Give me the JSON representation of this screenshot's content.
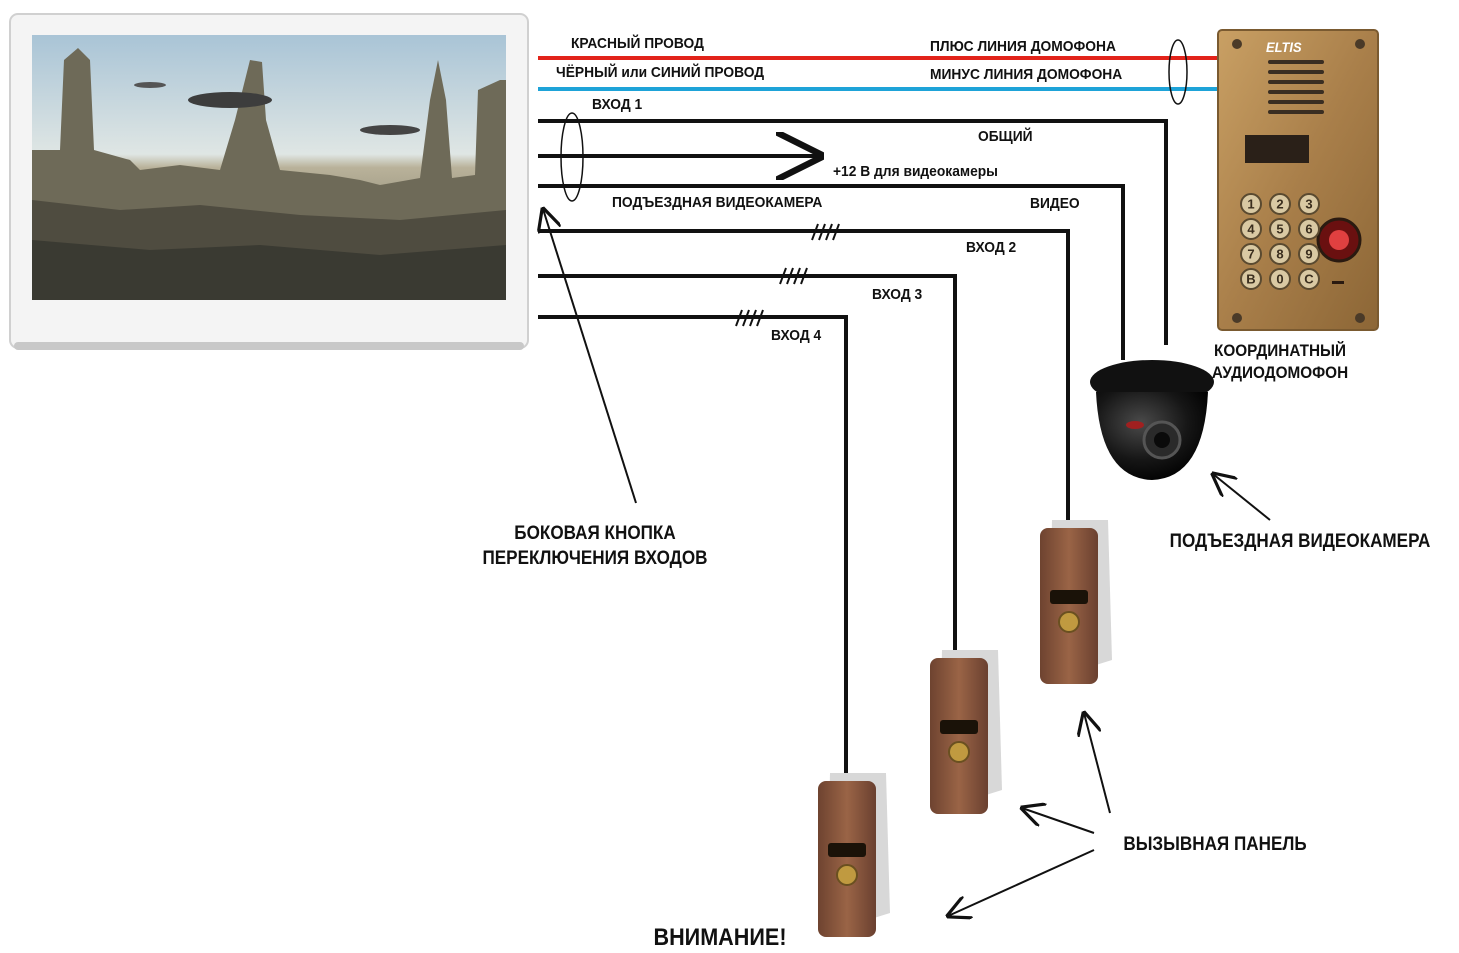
{
  "wires": {
    "red": "КРАСНЫЙ  ПРОВОД",
    "red_right": "ПЛЮС  ЛИНИЯ ДОМОФОНА",
    "black_blue": "ЧЁРНЫЙ или СИНИЙ  ПРОВОД",
    "black_blue_right": "МИНУС ЛИНИЯ ДОМОФОНА",
    "input1": "ВХОД 1",
    "common": "ОБЩИЙ",
    "power12": "+12 В для видеокамеры",
    "porch_camera_wire": "ПОДЪЕЗДНАЯ ВИДЕОКАМЕРА",
    "video": "ВИДЕО",
    "input2": "ВХОД 2",
    "input3": "ВХОД 3",
    "input4": "ВХОД 4"
  },
  "intercom": {
    "brand": "ELTIS",
    "caption_line1": "КООРДИНАТНЫЙ",
    "caption_line2": "АУДИОДОМОФОН",
    "keys": [
      "1",
      "2",
      "3",
      "4",
      "5",
      "6",
      "7",
      "8",
      "9",
      "B",
      "0",
      "C"
    ]
  },
  "camera": {
    "caption": "ПОДЪЕЗДНАЯ ВИДЕОКАМЕРА"
  },
  "side_button": {
    "line1": "БОКОВАЯ КНОПКА",
    "line2": "ПЕРЕКЛЮЧЕНИЯ ВХОДОВ"
  },
  "call_panel": {
    "caption": "ВЫЗЫВНАЯ ПАНЕЛЬ"
  },
  "warning": "ВНИМАНИЕ!",
  "colors": {
    "red_wire": "#e2231a",
    "blue_wire": "#1ea3d8",
    "black_wire": "#111111",
    "bronze": "#8a5a3c",
    "brass": "#b08850"
  }
}
